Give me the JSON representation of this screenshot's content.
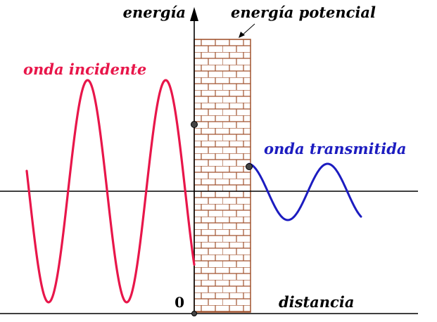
{
  "labels": {
    "y_axis": "energía",
    "barrier": "energía potencial",
    "incident": "onda incidente",
    "transmitted": "onda transmitida",
    "x_axis": "distancia",
    "origin": "0"
  },
  "colors": {
    "incident_wave": "#e8164a",
    "transmitted_wave": "#1c1cc0",
    "brick_mortar": "#a0522d",
    "axes": "#000000"
  }
}
